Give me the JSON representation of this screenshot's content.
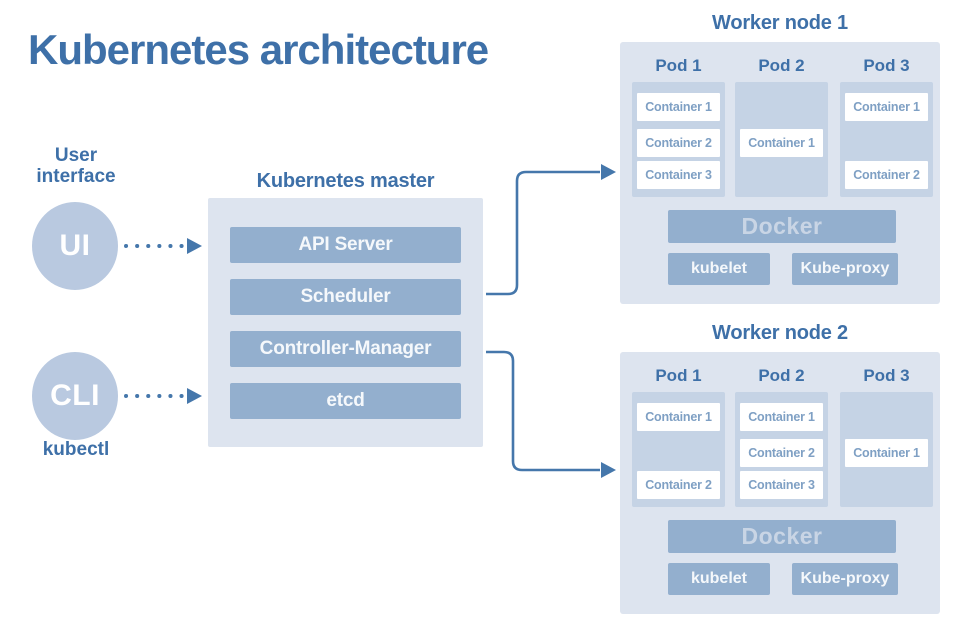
{
  "title": "Kubernetes architecture",
  "colors": {
    "text_blue": "#3e70a8",
    "panel_bg": "#dde4ef",
    "pod_bg": "#c5d3e5",
    "bar_bg": "#93afce",
    "bar_text": "#f5f8fb",
    "container_bg": "#ffffff",
    "container_text": "#7fa0c4",
    "docker_text": "#c9d5e5",
    "circle_bg": "#b9c9e0",
    "circle_text": "#ffffff",
    "arrow": "#4577ab",
    "page_bg": "#ffffff"
  },
  "user_interface": {
    "label_line1": "User",
    "label_line2": "interface",
    "circle_label": "UI"
  },
  "cli": {
    "circle_label": "CLI",
    "caption": "kubectl"
  },
  "master": {
    "title": "Kubernetes master",
    "components": [
      "API Server",
      "Scheduler",
      "Controller-Manager",
      "etcd"
    ]
  },
  "workers": [
    {
      "title": "Worker node 1",
      "pods": [
        {
          "label": "Pod 1",
          "containers": [
            "Container 1",
            "Container 2",
            "Container 3"
          ]
        },
        {
          "label": "Pod 2",
          "containers": [
            "Container 1"
          ]
        },
        {
          "label": "Pod 3",
          "containers": [
            "Container 1",
            "Container 2"
          ]
        }
      ],
      "runtime_label": "Docker",
      "kubelet_label": "kubelet",
      "kube_proxy_label": "Kube-proxy"
    },
    {
      "title": "Worker node 2",
      "pods": [
        {
          "label": "Pod 1",
          "containers": [
            "Container 1",
            "Container 2"
          ]
        },
        {
          "label": "Pod 2",
          "containers": [
            "Container 1",
            "Container 2",
            "Container 3"
          ]
        },
        {
          "label": "Pod 3",
          "containers": [
            "Container 1"
          ]
        }
      ],
      "runtime_label": "Docker",
      "kubelet_label": "kubelet",
      "kube_proxy_label": "Kube-proxy"
    }
  ]
}
